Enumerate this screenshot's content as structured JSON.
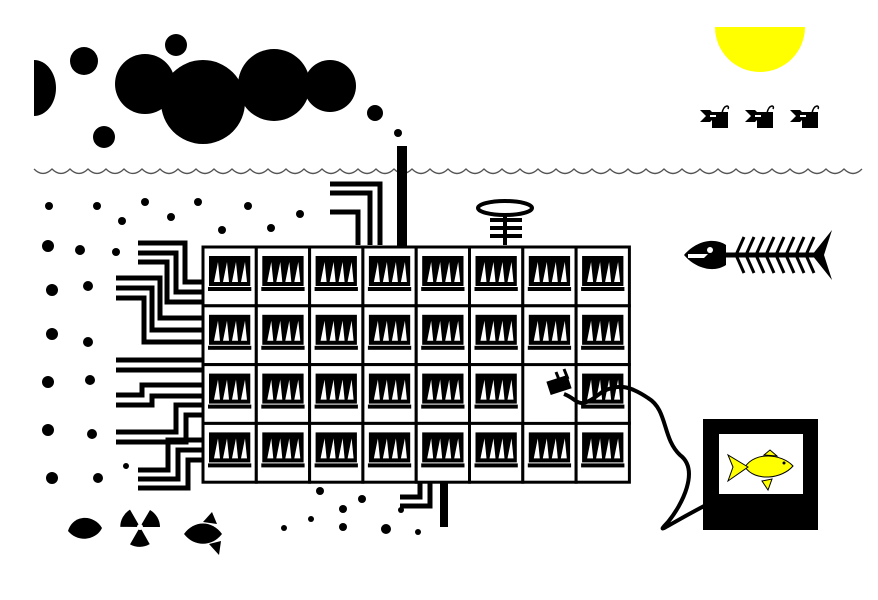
{
  "colors": {
    "background": "#ffffff",
    "ink": "#000000",
    "sun": "#ffff00",
    "fish": "#ffff00",
    "water_line": "#555555"
  },
  "scene": {
    "building": {
      "rows": 4,
      "cols": 8,
      "missing_windows": [
        "r2c6"
      ]
    },
    "fish_flock": {
      "count": 3
    },
    "icons": [
      "sun-icon",
      "smoke-cloud-icon",
      "water-surface-icon",
      "pipe-icon",
      "antenna-icon",
      "fish-skeleton-icon",
      "power-plug-icon",
      "tv-monitor-icon",
      "yellow-fish-icon",
      "shoe-icon",
      "radiation-symbol-icon",
      "dead-fish-icon"
    ]
  }
}
